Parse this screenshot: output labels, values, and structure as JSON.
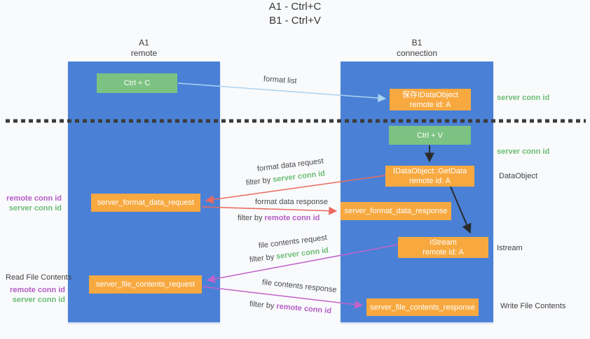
{
  "title": {
    "line1": "A1 - Ctrl+C",
    "line2": "B1 - Ctrl+V"
  },
  "lanes": {
    "a": {
      "title": "A1",
      "subtitle": "remote"
    },
    "b": {
      "title": "B1",
      "subtitle": "connection"
    }
  },
  "nodes": {
    "ctrl_c": {
      "label": "Ctrl + C"
    },
    "ctrl_v": {
      "label": "Ctrl + V"
    },
    "save_dataobject": {
      "line1": "保存IDataObject",
      "line2": "remote id: A"
    },
    "getdata": {
      "line1": "IDataObject::GetData",
      "line2": "remote id: A"
    },
    "istream": {
      "line1": "IStream",
      "line2": "remote id: A"
    },
    "format_request": {
      "label": "server_format_data_request"
    },
    "format_response": {
      "label": "server_format_data_response"
    },
    "file_request": {
      "label": "server_file_contents_request"
    },
    "file_response": {
      "label": "server_file_contents_response"
    }
  },
  "arrow_labels": {
    "format_list": "format list",
    "format_data_request": "format data request",
    "format_data_response": "format data response",
    "file_contents_request": "file contents request",
    "file_contents_response": "file contents response",
    "filter_by": "filter by ",
    "server_conn_id": "server conn id",
    "remote_conn_id": "remote conn id"
  },
  "side_labels": {
    "left_remote_conn_id": "remote conn id",
    "left_server_conn_id": "server conn id",
    "read_file_contents": "Read File Contents",
    "right_server_conn_id_top": "server conn id",
    "right_server_conn_id_mid": "server conn id",
    "right_dataobject": "DataObject",
    "right_istream": "Istream",
    "right_write_file_contents": "Write File Contents"
  },
  "colors": {
    "lane_blue": "#4a81d6",
    "node_green": "#7cc282",
    "node_orange": "#f7a940",
    "arrow_red": "#ea6a5f",
    "arrow_purple": "#c162c9",
    "arrow_light_blue": "#aad4f2",
    "arrow_black": "#2b2b2b",
    "text_green": "#6cbd74",
    "text_purple": "#b45cc4"
  }
}
